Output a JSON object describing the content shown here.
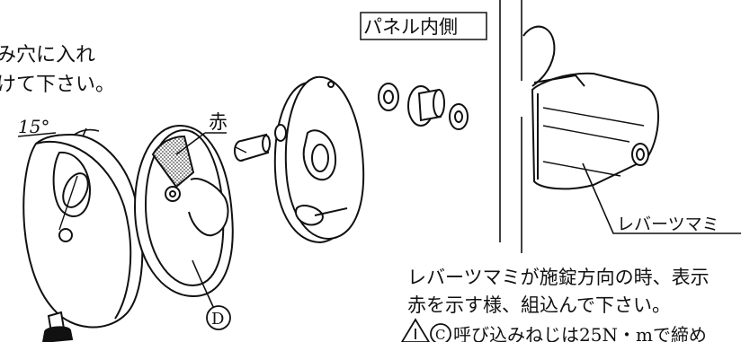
{
  "left_note_line1": "み穴に入れ",
  "left_note_line2": "けて下さい。",
  "angle_label": "15°",
  "color_label": "赤",
  "part_label_d": "D",
  "panel_label": "パネル内側",
  "lever_label": "レバーツマミ",
  "instruction_line1": "レバーツマミが施錠方向の時、表示",
  "instruction_line2": "赤を示す様、組込んで下さい。",
  "warning_part_label": "C",
  "warning_text": "呼び込みねじは25N・mで締め",
  "warning_icon": "warning-triangle-icon",
  "colors": {
    "line": "#111111",
    "paper": "#ffffff",
    "hatch": "#555555"
  }
}
